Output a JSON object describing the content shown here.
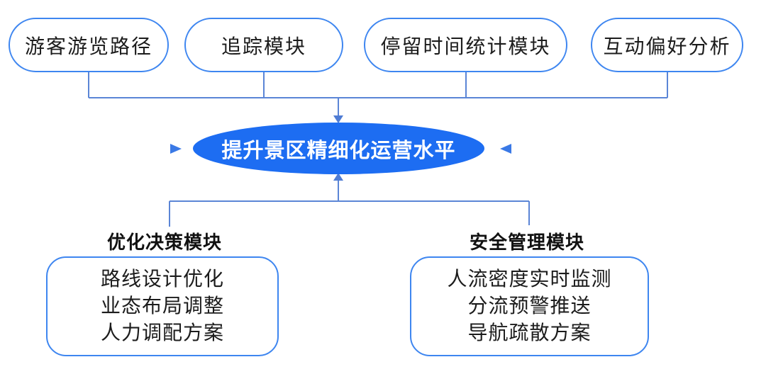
{
  "diagram": {
    "top_modules": [
      {
        "label": "游客游览路径"
      },
      {
        "label": "追踪模块"
      },
      {
        "label": "停留时间统计模块"
      },
      {
        "label": "互动偏好分析"
      }
    ],
    "center_node": {
      "label": "提升景区精细化运营水平",
      "fill_color": "#1d6df2",
      "text_color": "#ffffff"
    },
    "bottom_sections": [
      {
        "title": "优化决策模块",
        "items": [
          "路线设计优化",
          "业态布局调整",
          "人力调配方案"
        ]
      },
      {
        "title": "安全管理模块",
        "items": [
          "人流密度实时监测",
          "分流预警推送",
          "导航疏散方案"
        ]
      }
    ],
    "colors": {
      "node_border": "#3e86f0",
      "connector_line": "#5b85d6",
      "accent_blue": "#1d6df2"
    }
  }
}
